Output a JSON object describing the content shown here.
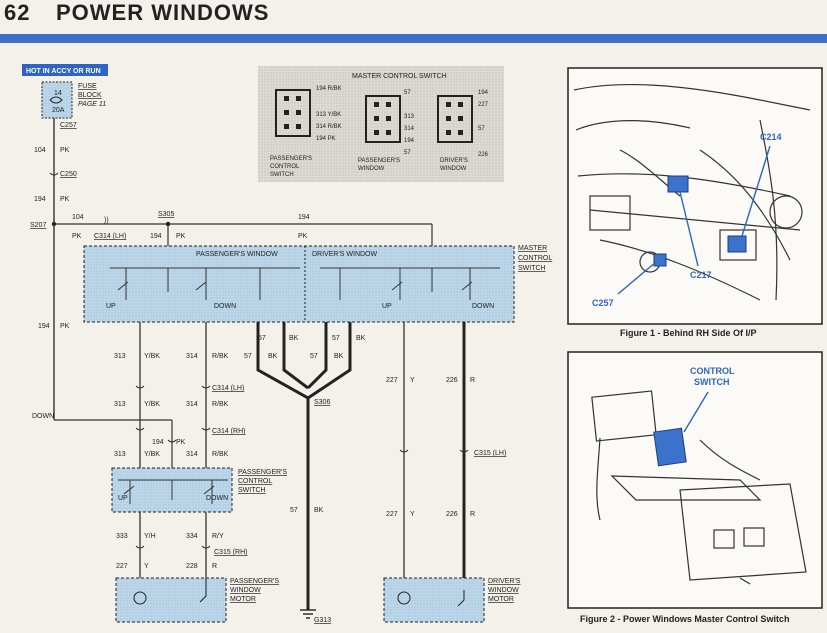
{
  "header": {
    "page_number": "62",
    "title": "POWER WINDOWS"
  },
  "power": {
    "label": "HOT IN ACCY OR RUN",
    "fuse_num": "14",
    "fuse_amp": "20A",
    "fuse_name": "FUSE",
    "fuse_block": "BLOCK",
    "fuse_page": "PAGE 11"
  },
  "conn": {
    "c257": "C257",
    "c250": "C250",
    "s207": "S207",
    "s305": "S305",
    "c314_lh": "C314 (LH)",
    "c314_lh_b": "C314 (LH)",
    "c314_rh": "C314 (RH)",
    "s306": "S306",
    "c315_lh": "C315 (LH)",
    "c315_rh": "C315 (RH)",
    "g313": "G313"
  },
  "wires": {
    "w104": "104",
    "w194": "194",
    "pk": "PK",
    "w313": "313",
    "yb": "Y/BK",
    "w314": "314",
    "rb": "R/BK",
    "w57": "57",
    "bk": "BK",
    "w227": "227",
    "y": "Y",
    "w226": "226",
    "r": "R",
    "w333": "333",
    "yh": "Y/H",
    "w334": "334",
    "ry": "R/Y",
    "down": "DOWN",
    "w228": "228"
  },
  "master": {
    "title1": "MASTER",
    "title2": "CONTROL",
    "title3": "SWITCH",
    "pass_window": "PASSENGER'S WINDOW",
    "drivers_window": "DRIVER'S WINDOW",
    "up": "UP",
    "down": "DOWN"
  },
  "inset": {
    "title": "MASTER CONTROL SWITCH",
    "p1": "194 R/BK",
    "p2": "313 Y/BK",
    "p3": "314 R/BK",
    "p4": "194 PK",
    "p5": "57",
    "p6": "313",
    "p7": "314",
    "p8": "194",
    "p9": "57",
    "p10": "194",
    "p11": "227",
    "p12": "57",
    "p13": "226",
    "cap1a": "PASSENGER'S",
    "cap1b": "CONTROL",
    "cap1c": "SWITCH",
    "cap2a": "PASSENGER'S",
    "cap2b": "WINDOW",
    "cap3a": "DRIVER'S",
    "cap3b": "WINDOW"
  },
  "pass_switch": {
    "l1": "PASSENGER'S",
    "l2": "CONTROL",
    "l3": "SWITCH",
    "up": "UP",
    "down": "DOWN"
  },
  "pass_motor": {
    "l1": "PASSENGER'S",
    "l2": "WINDOW",
    "l3": "MOTOR"
  },
  "drv_motor": {
    "l1": "DRIVER'S",
    "l2": "WINDOW",
    "l3": "MOTOR"
  },
  "fig1": {
    "caption": "Figure 1 - Behind RH Side Of I/P",
    "c214": "C214",
    "c217": "C217",
    "c257": "C257"
  },
  "fig2": {
    "caption": "Figure 2 - Power Windows Master Control Switch",
    "l1": "CONTROL",
    "l2": "SWITCH"
  },
  "colors": {
    "accent": "#3d6fc7",
    "switch_fill": "#bcd6ea",
    "callout": "#2e64c4"
  }
}
